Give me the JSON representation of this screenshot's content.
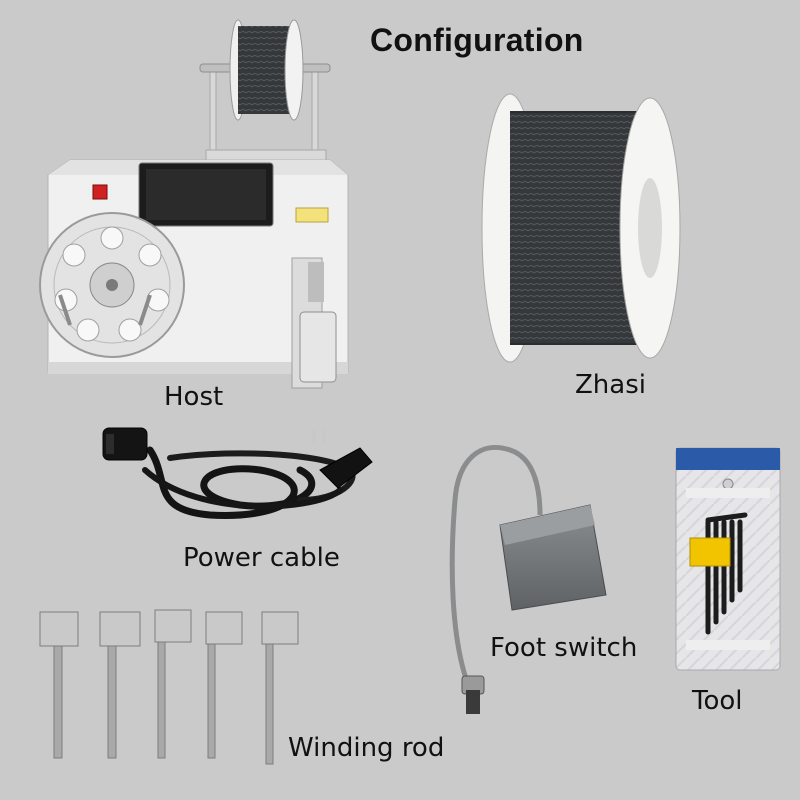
{
  "title": "Configuration",
  "items": {
    "host": "Host",
    "zhasi": "Zhasi",
    "power_cable": "Power cable",
    "foot_switch": "Foot switch",
    "tool": "Tool",
    "winding_rod": "Winding rod"
  },
  "colors": {
    "background": "#cacaca",
    "machine_body": "#f2f2f2",
    "wire": "#3a3d3f",
    "pedal": "#7d8082",
    "tool_card": "#e8e8ea",
    "tool_band": "#f2c400"
  }
}
